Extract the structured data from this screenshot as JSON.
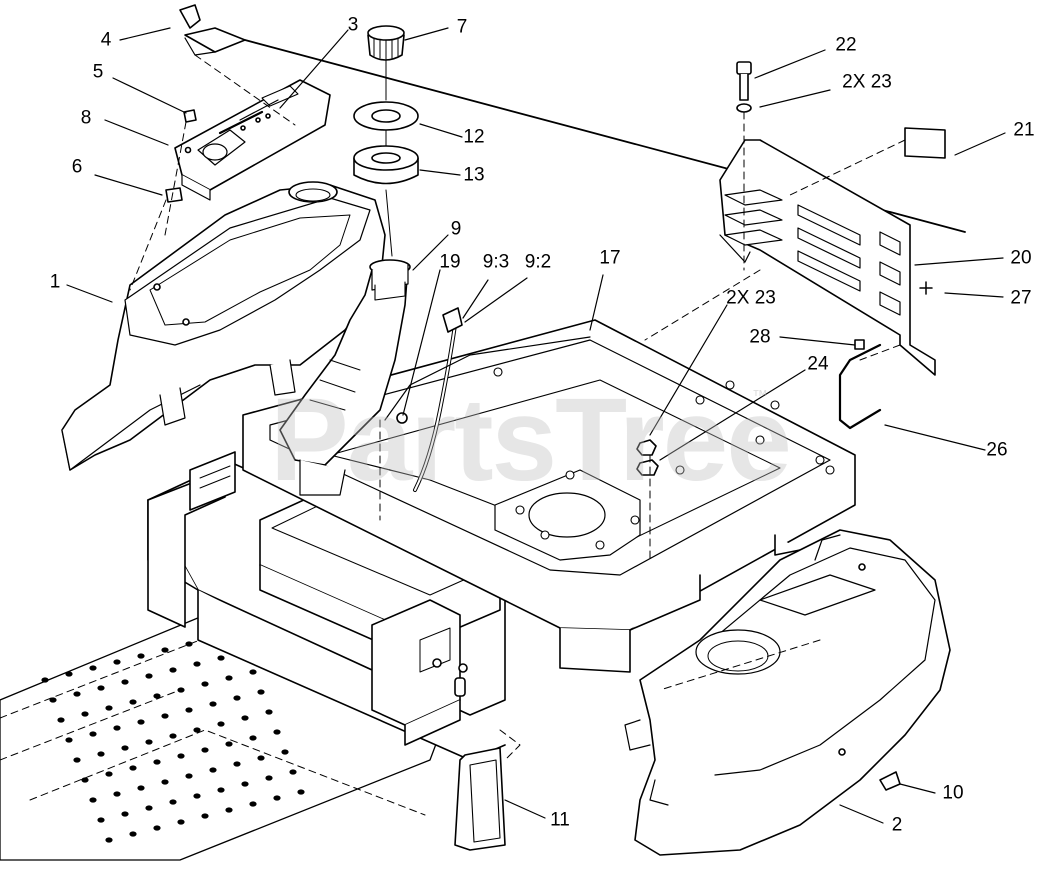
{
  "watermark": {
    "text": "PartsTree",
    "trademark": "™"
  },
  "callouts": [
    {
      "id": "c-1",
      "label": "1"
    },
    {
      "id": "c-2",
      "label": "2"
    },
    {
      "id": "c-3",
      "label": "3"
    },
    {
      "id": "c-4",
      "label": "4"
    },
    {
      "id": "c-5",
      "label": "5"
    },
    {
      "id": "c-6",
      "label": "6"
    },
    {
      "id": "c-7",
      "label": "7"
    },
    {
      "id": "c-8",
      "label": "8"
    },
    {
      "id": "c-9",
      "label": "9"
    },
    {
      "id": "c-9-3",
      "label": "9:3"
    },
    {
      "id": "c-9-2",
      "label": "9:2"
    },
    {
      "id": "c-10",
      "label": "10"
    },
    {
      "id": "c-11",
      "label": "11"
    },
    {
      "id": "c-12",
      "label": "12"
    },
    {
      "id": "c-13",
      "label": "13"
    },
    {
      "id": "c-17",
      "label": "17"
    },
    {
      "id": "c-19",
      "label": "19"
    },
    {
      "id": "c-20",
      "label": "20"
    },
    {
      "id": "c-21",
      "label": "21"
    },
    {
      "id": "c-22",
      "label": "22"
    },
    {
      "id": "c-23a",
      "label": "2X 23"
    },
    {
      "id": "c-23b",
      "label": "2X 23"
    },
    {
      "id": "c-24",
      "label": "24"
    },
    {
      "id": "c-26",
      "label": "26"
    },
    {
      "id": "c-27",
      "label": "27"
    },
    {
      "id": "c-28",
      "label": "28"
    }
  ]
}
